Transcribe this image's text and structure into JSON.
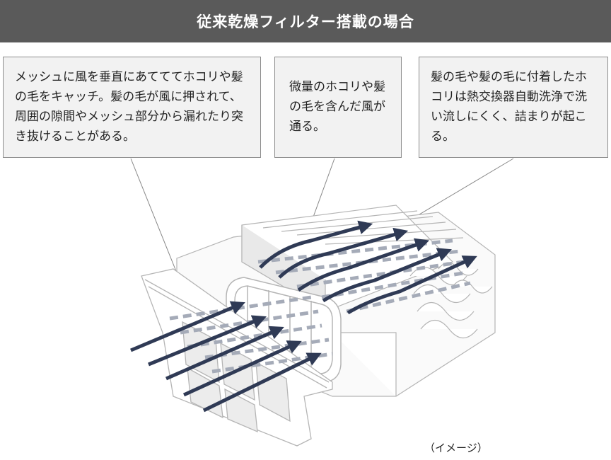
{
  "header": {
    "title": "従来乾燥フィルター搭載の場合"
  },
  "callouts": [
    {
      "text": "メッシュに風を垂直にあてててホコリや髪の毛をキャッチ。髪の毛が風に押されて、周囲の隙間やメッシュ部分から漏れたり突き抜けることがある。"
    },
    {
      "text": "微量のホコリや髪の毛を含んだ風が通る。"
    },
    {
      "text": "髪の毛や髪の毛に付着したホコリは熱交換器自動洗浄で洗い流しにくく、詰まりが起こる。"
    }
  ],
  "caption": "（イメージ）",
  "colors": {
    "header_bg": "#5a5a5a",
    "arrow": "#2f3a55",
    "dash": "#a5abb8",
    "callout_bg": "#f2f2f2"
  }
}
